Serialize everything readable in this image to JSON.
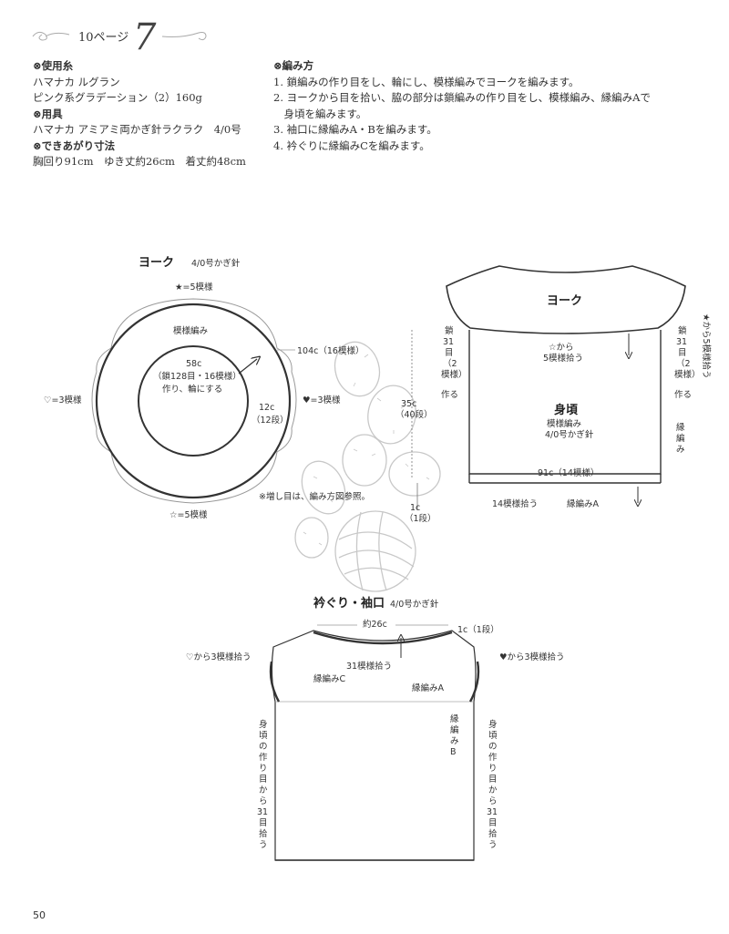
{
  "header": {
    "page_ref": "10ページ",
    "pattern_no": "7"
  },
  "materials": {
    "yarn_title": "使用糸",
    "yarn_line1": "ハマナカ ルグラン",
    "yarn_line2": "ピンク系グラデーション（2）160g",
    "tools_title": "用具",
    "tools_line1": "ハマナカ アミアミ両かぎ針ラクラク　4/0号",
    "size_title": "できあがり寸法",
    "size_line1": "胸回り91cm　ゆき丈約26cm　着丈約48cm"
  },
  "method": {
    "title": "編み方",
    "steps": [
      "1. 鎖編みの作り目をし、輪にし、模様編みでヨークを編みます。",
      "2. ヨークから目を拾い、脇の部分は鎖編みの作り目をし、模様編み、縁編みAで",
      "　身頃を編みます。",
      "3. 袖口に縁編みA・Bを編みます。",
      "4. 衿ぐりに縁編みCを編みます。"
    ]
  },
  "yoke_diagram": {
    "title": "ヨーク",
    "needle": "4/0号かぎ針",
    "star_top": "★=5模様",
    "star_bottom": "☆=5模様",
    "heart_left": "♡=3模様",
    "heart_right": "♥=3模様",
    "pattern": "模様編み",
    "inner_1": "58c",
    "inner_2": "（鎖128目・16模様）",
    "inner_3": "作り、輪にする",
    "outer": "104c（16模様）",
    "depth_1": "12c",
    "depth_2": "（12段）",
    "note": "※増し目は、編み方図参照。"
  },
  "body_diagram": {
    "yoke_label": "ヨーク",
    "body_label": "身頃",
    "body_pattern": "模様編み",
    "body_needle": "4/0号かぎ針",
    "star_pick": "☆から",
    "star_pick2": "5模様拾う",
    "star_right": "★から5模様拾う",
    "left_chain": [
      "鎖",
      "31",
      "目",
      "（2",
      "模様）",
      "作る"
    ],
    "right_chain": [
      "鎖",
      "31",
      "目",
      "（2",
      "模様）",
      "作る"
    ],
    "length_1": "35c",
    "length_2": "（40段）",
    "edge_1": "1c",
    "edge_2": "（1段）",
    "width": "91c（14模様）",
    "edge_pick": "14模様拾う",
    "edge_a": "縁編みA",
    "edge_side": [
      "縁",
      "編",
      "み"
    ]
  },
  "collar_diagram": {
    "title": "衿ぐり・袖口",
    "needle": "4/0号かぎ針",
    "neck_width": "約26c",
    "neck_edge": "1c（1段）",
    "neck_pick": "31模様拾う",
    "edge_c": "縁編みC",
    "edge_a": "縁編みA",
    "left_sleeve": "♡から3模様拾う",
    "right_sleeve": "♥から3模様拾う",
    "edge_b": [
      "縁",
      "編",
      "み",
      "B"
    ],
    "left_pick": [
      "身",
      "頃",
      "の",
      "作",
      "り",
      "目",
      "か",
      "ら",
      "31",
      "目",
      "拾",
      "う"
    ],
    "right_pick": [
      "身",
      "頃",
      "の",
      "作",
      "り",
      "目",
      "か",
      "ら",
      "31",
      "目",
      "拾",
      "う"
    ]
  },
  "footer": {
    "page_number": "50"
  }
}
